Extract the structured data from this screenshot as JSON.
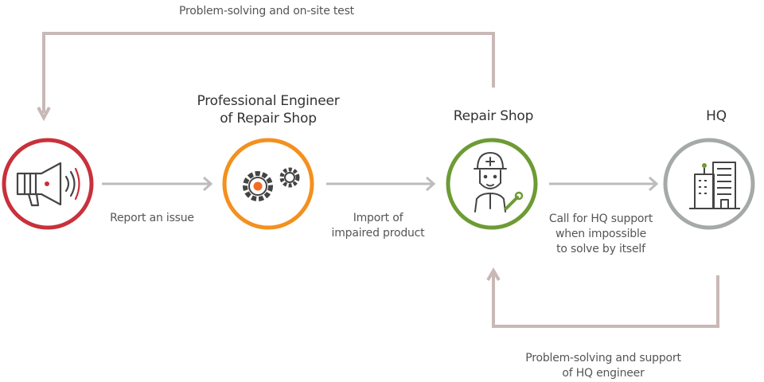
{
  "nodes": [
    {
      "id": "user",
      "title": "",
      "icon": "megaphone-icon",
      "color": "#c8313b"
    },
    {
      "id": "engineer",
      "title": "Professional Engineer\nof Repair Shop",
      "icon": "gears-icon",
      "color": "#f4901e"
    },
    {
      "id": "repair_shop",
      "title": "Repair Shop",
      "icon": "engineer-with-wrench-icon",
      "color": "#6d9b34"
    },
    {
      "id": "hq",
      "title": "HQ",
      "icon": "office-building-icon",
      "color": "#a5aaa6"
    }
  ],
  "edges": [
    {
      "from": "user",
      "to": "engineer",
      "label": "Report an issue"
    },
    {
      "from": "engineer",
      "to": "repair_shop",
      "label": "Import of\nimpaired product"
    },
    {
      "from": "repair_shop",
      "to": "hq",
      "label": "Call for HQ support\nwhen impossible\nto solve by itself"
    },
    {
      "from": "repair_shop",
      "to": "user",
      "label": "Problem-solving and on-site test"
    },
    {
      "from": "hq",
      "to": "repair_shop",
      "label": "Problem-solving and support\nof HQ engineer"
    }
  ],
  "colors": {
    "arrow_gray": "#bcbcbc",
    "loop_line": "#c8b8b6",
    "accent_orange": "#f26d21",
    "accent_green": "#6d9b34",
    "icon_stroke": "#444444"
  }
}
